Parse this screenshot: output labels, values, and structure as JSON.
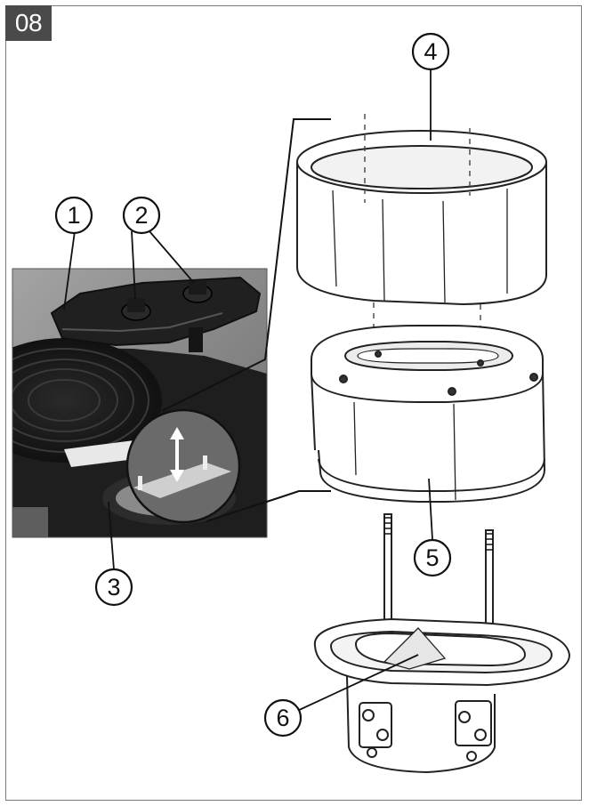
{
  "step": {
    "label": "08"
  },
  "callouts": [
    {
      "id": "1",
      "label": "1"
    },
    {
      "id": "2",
      "label": "2"
    },
    {
      "id": "3",
      "label": "3"
    },
    {
      "id": "4",
      "label": "4"
    },
    {
      "id": "5",
      "label": "5"
    },
    {
      "id": "6",
      "label": "6"
    }
  ],
  "colors": {
    "photo_bg": "#8f8f8f",
    "outline": "#1a1a1a",
    "badge": "#4a4a4a"
  }
}
